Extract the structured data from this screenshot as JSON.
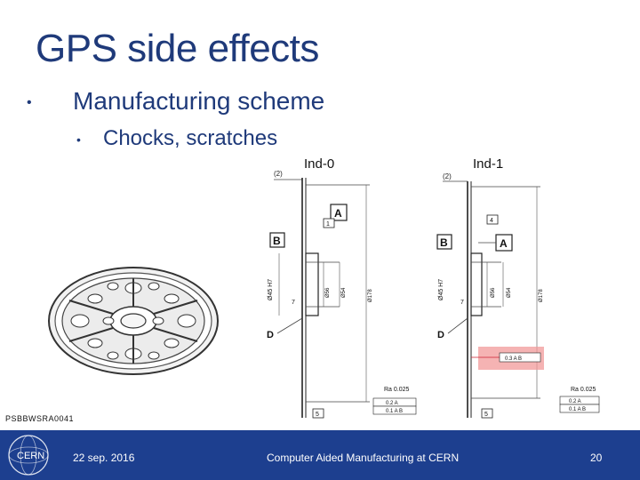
{
  "slide": {
    "title": "GPS side effects",
    "bullet_1": "Manufacturing scheme",
    "bullet_2": "Chocks, scratches",
    "bullet_symbol": "•"
  },
  "drawings": {
    "ind0_label": "Ind-0",
    "ind1_label": "Ind-1",
    "ind0": {
      "top_note": "(2)",
      "datum_a": "A",
      "datum_b": "B",
      "datum_d": "D",
      "ref_1": "1",
      "ref_5": "5",
      "ref_7": "7",
      "dim_main": "Ø45 H7",
      "dim_56": "Ø56",
      "dim_54": "Ø54",
      "dim_178": "Ø178",
      "roughness": "Ra 0.025",
      "tol_1": "0.2 A",
      "tol_2": "0.1 A B"
    },
    "ind1": {
      "top_note": "(2)",
      "datum_a": "A",
      "datum_b": "B",
      "datum_d": "D",
      "ref_4": "4",
      "ref_5": "5",
      "ref_7": "7",
      "dim_main": "Ø45 H7",
      "dim_56": "Ø56",
      "dim_54": "Ø54",
      "dim_178": "Ø178",
      "highlight_tol": "0.3 A B",
      "roughness": "Ra 0.025",
      "tol_1": "0.2 A",
      "tol_2": "0.1 A B"
    }
  },
  "reference_code": "PSBBWSRA0041",
  "footer": {
    "date": "22 sep. 2016",
    "center_text": "Computer Aided Manufacturing at CERN",
    "page_number": "20",
    "logo_text": "CERN"
  },
  "colors": {
    "title": "#1f3a7a",
    "footer_bg": "#1d3f8f",
    "highlight": "#f29a9a"
  }
}
